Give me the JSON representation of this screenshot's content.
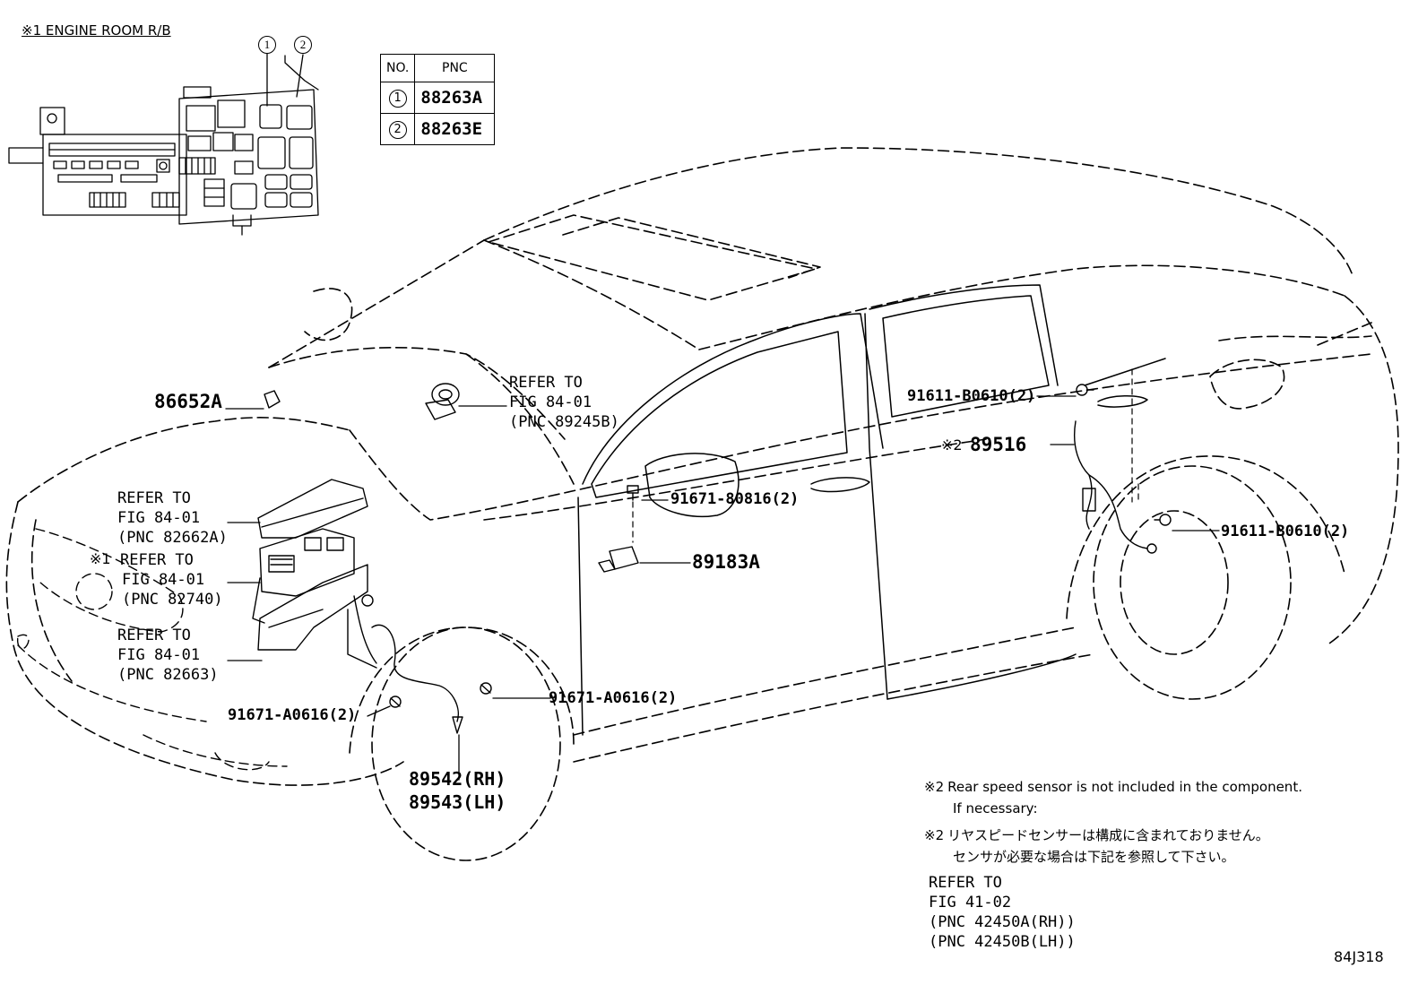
{
  "inset": {
    "title": "※1 ENGINE ROOM R/B",
    "callouts": [
      "1",
      "2"
    ]
  },
  "pnc_table": {
    "headers": [
      "NO.",
      "PNC"
    ],
    "rows": [
      {
        "no": "1",
        "pnc": "88263A"
      },
      {
        "no": "2",
        "pnc": "88263E"
      }
    ]
  },
  "labels": {
    "p86652A": "86652A",
    "p89183A": "89183A",
    "p91671_80816": "91671-80816(2)",
    "p91611_B0610_top": "91611-B0610(2)",
    "p91611_B0610_right": "91611-B0610(2)",
    "p89516_mark": "※2",
    "p89516": "89516",
    "p91671_A0616_left": "91671-A0616(2)",
    "p91671_A0616_mid": "91671-A0616(2)",
    "p89542": "89542(RH)",
    "p89543": "89543(LH)",
    "refer_89245B": [
      "REFER TO",
      "FIG 84-01",
      "(PNC 89245B)"
    ],
    "refer_82662A": [
      "REFER TO",
      "FIG 84-01",
      "(PNC 82662A)"
    ],
    "refer_82740_mark": "※1",
    "refer_82740": [
      "REFER TO",
      "FIG 84-01",
      "(PNC 82740)"
    ],
    "refer_82663": [
      "REFER TO",
      "FIG 84-01",
      "(PNC 82663)"
    ]
  },
  "notes": {
    "en_mark": "※2",
    "en_line1": "Rear speed sensor is not included in the component.",
    "en_line2": "If necessary:",
    "jp_mark": "※2",
    "jp_line1": "リヤスピードセンサーは構成に含まれておりません。",
    "jp_line2": "センサが必要な場合は下記を参照して下さい。",
    "refer": [
      "REFER TO",
      "FIG 41-02",
      "(PNC 42450A(RH))",
      "(PNC 42450B(LH))"
    ]
  },
  "figure_id": "84J318"
}
